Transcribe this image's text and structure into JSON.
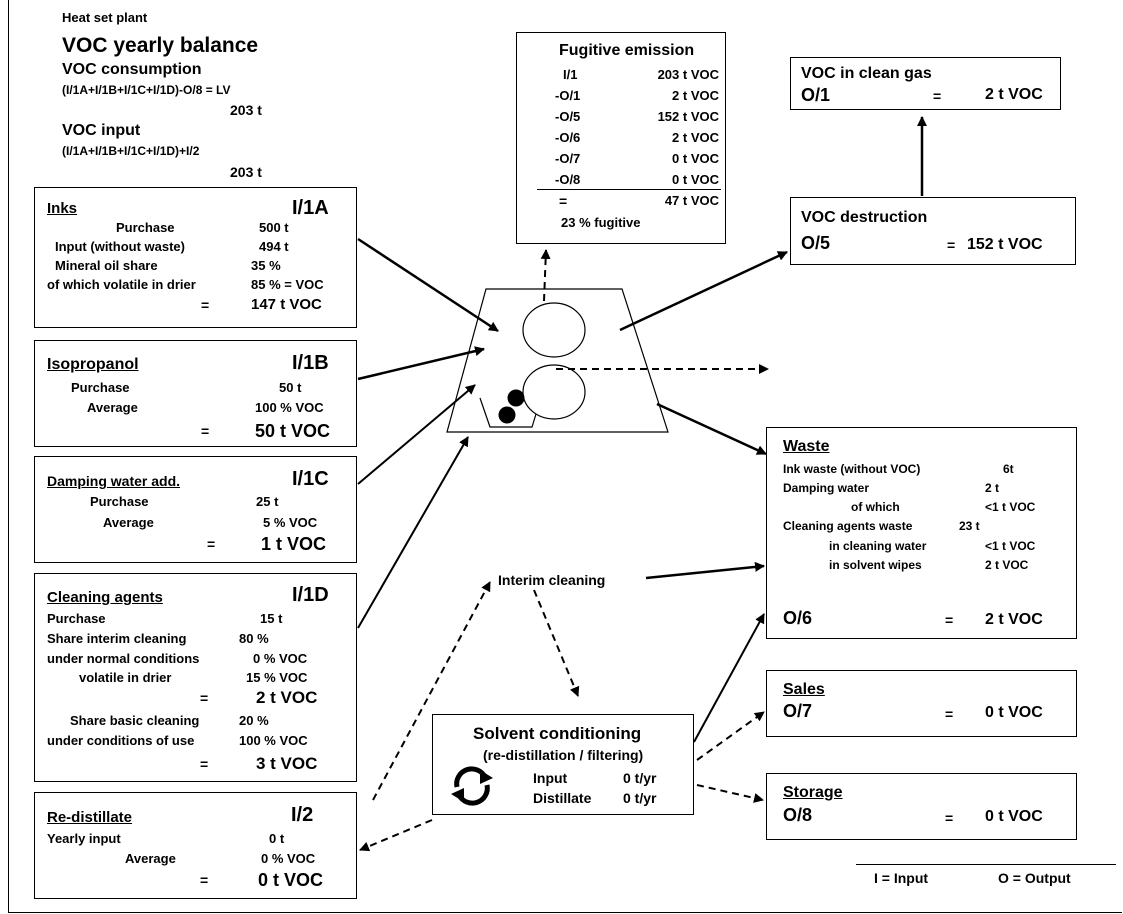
{
  "header": {
    "plant": "Heat set plant",
    "title": "VOC yearly balance",
    "consumption_label": "VOC consumption",
    "consumption_formula": "(I/1A+I/1B+I/1C+I/1D)-O/8 = LV",
    "consumption_value": "203 t",
    "input_label": "VOC input",
    "input_formula": "(I/1A+I/1B+I/1C+I/1D)+I/2",
    "input_value": "203 t"
  },
  "inks": {
    "title": "Inks",
    "code": "I/1A",
    "purchase_label": "Purchase",
    "purchase_value": "500 t",
    "input_label": "Input (without waste)",
    "input_value": "494 t",
    "mineral_label": "Mineral oil share",
    "mineral_value": "35 %",
    "volatile_label": "of which volatile in drier",
    "volatile_value": "85 % = VOC",
    "eq": "=",
    "total": "147 t VOC"
  },
  "isopropanol": {
    "title": "Isopropanol",
    "code": "I/1B",
    "purchase_label": "Purchase",
    "purchase_value": "50 t",
    "average_label": "Average",
    "average_value": "100 % VOC",
    "eq": "=",
    "total": "50 t VOC"
  },
  "damping": {
    "title": "Damping water add.",
    "code": "I/1C",
    "purchase_label": "Purchase",
    "purchase_value": "25 t",
    "average_label": "Average",
    "average_value": "5 % VOC",
    "eq": "=",
    "total": "1 t VOC"
  },
  "cleaning": {
    "title": "Cleaning agents",
    "code": "I/1D",
    "purchase_label": "Purchase",
    "purchase_value": "15 t",
    "interim_label": "Share interim cleaning",
    "interim_value": "80 %",
    "normal_label": "under normal conditions",
    "normal_value": "0 % VOC",
    "drier_label": "volatile in drier",
    "drier_value": "15 % VOC",
    "eq1": "=",
    "total1": "2 t VOC",
    "basic_label": "Share basic cleaning",
    "basic_value": "20 %",
    "use_label": "under conditions of use",
    "use_value": "100 % VOC",
    "eq2": "=",
    "total2": "3 t VOC"
  },
  "redistillate": {
    "title": "Re-distillate",
    "code": "I/2",
    "yearly_label": "Yearly input",
    "yearly_value": "0 t",
    "average_label": "Average",
    "average_value": "0 % VOC",
    "eq": "=",
    "total": "0 t VOC"
  },
  "fugitive": {
    "title": "Fugitive emission",
    "rows": [
      {
        "label": "I/1",
        "value": "203 t VOC"
      },
      {
        "label": "-O/1",
        "value": "2 t VOC"
      },
      {
        "label": "-O/5",
        "value": "152 t VOC"
      },
      {
        "label": "-O/6",
        "value": "2 t VOC"
      },
      {
        "label": "-O/7",
        "value": "0 t VOC"
      },
      {
        "label": "-O/8",
        "value": "0 t VOC"
      }
    ],
    "eq": "=",
    "total": "47 t VOC",
    "percent": "23 % fugitive"
  },
  "clean_gas": {
    "title": "VOC in clean gas",
    "code": "O/1",
    "eq": "=",
    "value": "2 t VOC"
  },
  "destruction": {
    "title": "VOC destruction",
    "code": "O/5",
    "eq": "=",
    "value": "152 t VOC"
  },
  "waste": {
    "title": "Waste",
    "ink_label": "Ink waste (without VOC)",
    "ink_value": "6t",
    "damping_label": "Damping water",
    "damping_value": "2 t",
    "which_label": "of which",
    "which_value": "<1 t VOC",
    "cleaning_label": "Cleaning agents waste",
    "cleaning_value": "23 t",
    "water_label": "in cleaning water",
    "water_value": "<1 t VOC",
    "wipes_label": "in solvent wipes",
    "wipes_value": "2 t VOC",
    "code": "O/6",
    "eq": "=",
    "value": "2 t VOC"
  },
  "sales": {
    "title": "Sales",
    "code": "O/7",
    "eq": "=",
    "value": "0 t VOC"
  },
  "storage": {
    "title": "Storage",
    "code": "O/8",
    "eq": "=",
    "value": "0 t VOC"
  },
  "conditioning": {
    "title": "Solvent conditioning",
    "subtitle": "(re-distillation / filtering)",
    "input_label": "Input",
    "input_value": "0 t/yr",
    "distillate_label": "Distillate",
    "distillate_value": "0 t/yr",
    "icon": "recycle-icon"
  },
  "interim_cleaning": "Interim cleaning",
  "legend": {
    "input": "I = Input",
    "output": "O = Output"
  },
  "press_icon": "printing-press-icon"
}
